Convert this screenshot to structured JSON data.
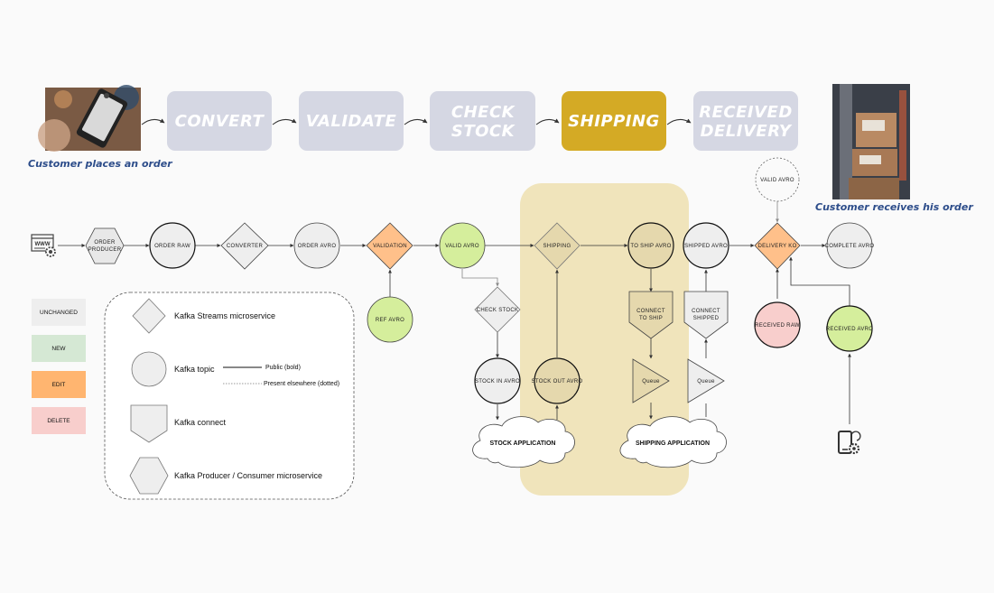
{
  "steps": [
    {
      "line1": "CONVERT",
      "line2": ""
    },
    {
      "line1": "VALIDATE",
      "line2": ""
    },
    {
      "line1": "CHECK",
      "line2": "STOCK"
    },
    {
      "line1": "SHIPPING",
      "line2": ""
    },
    {
      "line1": "RECEIVED",
      "line2": "DELIVERY"
    }
  ],
  "captions": {
    "left": "Customer places an order",
    "right": "Customer receives his order"
  },
  "nodes": {
    "order_producer": [
      "ORDER",
      "PRODUCER"
    ],
    "order_raw": "ORDER RAW",
    "converter": "CONVERTER",
    "order_avro": "ORDER AVRO",
    "validation": "VALIDATION",
    "ref_avro": "REF AVRO",
    "valid_avro": "VALID AVRO",
    "check_stock": "CHECK STOCK",
    "stock_in_avro": "STOCK IN AVRO",
    "stock_out_avro": "STOCK OUT AVRO",
    "shipping": "SHIPPING",
    "to_ship_avro": "TO SHIP AVRO",
    "connect_to_ship": [
      "CONNECT",
      "TO SHIP"
    ],
    "queue_left": "Queue",
    "shipped_avro": "SHIPPED AVRO",
    "connect_shipped": [
      "CONNECT",
      "SHIPPED"
    ],
    "queue_right": "Queue",
    "valid_avro_top": "VALID AVRO",
    "delivery_ko": "DELIVERY KO",
    "received_raw": "RECEIVED RAW",
    "complete_avro": "COMPLETE AVRO",
    "received_avro": "RECEIVED AVRO",
    "stock_application": "STOCK APPLICATION",
    "shipping_application": "SHIPPING APPLICATION"
  },
  "status_legend": [
    {
      "label": "UNCHANGED",
      "color": "#eeeeee"
    },
    {
      "label": "NEW",
      "color": "#d5e8d4"
    },
    {
      "label": "EDIT",
      "color": "#ffb570"
    },
    {
      "label": "DELETE",
      "color": "#f8cecc"
    }
  ],
  "legend": {
    "streams": "Kafka Streams microservice",
    "topic": "Kafka topic",
    "public": "Public (bold)",
    "present": "Present elsewhere (dotted)",
    "connect": "Kafka connect",
    "producer": "Kafka Producer / Consumer microservice"
  },
  "icons": {
    "www": "WWW"
  },
  "colors": {
    "step_gray": "#d5d7e3",
    "step_active": "#d4aa25",
    "caption": "#2d4d8a",
    "shipping_zone": "#eee1b4",
    "new_green": "#d5ee9c",
    "edit_orange": "#ffc08a",
    "delete_pink": "#f8cecc"
  }
}
